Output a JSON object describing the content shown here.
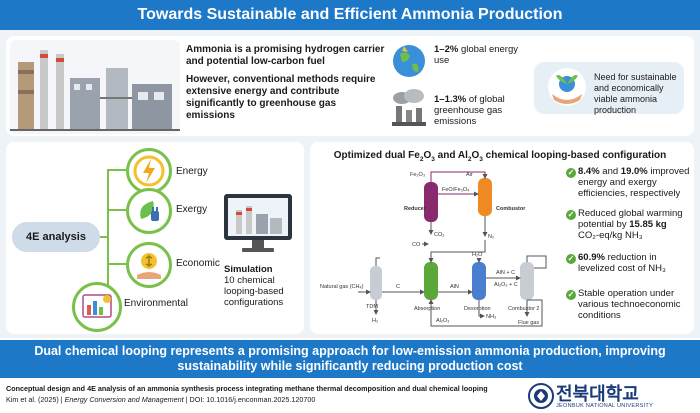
{
  "title": "Towards Sustainable and Efficient Ammonia Production",
  "intro": {
    "p1": "Ammonia is a promising hydrogen carrier and potential low-carbon fuel",
    "p2": "However, conventional methods require extensive energy and contribute significantly to greenhouse gas emissions"
  },
  "stats": {
    "energy_value": "1–2%",
    "energy_text": "global energy use",
    "ghg_value": "1–1.3%",
    "ghg_text": "of global greenhouse gas emissions"
  },
  "need": "Need for sustainable and economically viable ammonia production",
  "analysis": {
    "label": "4E analysis",
    "items": [
      "Energy",
      "Exergy",
      "Economic",
      "Environmental"
    ]
  },
  "simulation": {
    "title": "Simulation",
    "text": "10 chemical looping-based configurations"
  },
  "config_title_pre": "Optimized dual Fe",
  "config_title_mid": " and Al",
  "config_title_post": " chemical looping-based configuration",
  "diagram": {
    "reducer": "Reducer",
    "combustor": "Combustor",
    "fe2o3": "Fe₂O₃",
    "feo": "FeO/Fe₃O₄",
    "air": "Air",
    "co2": "CO₂",
    "n2": "N₂",
    "co": "CO",
    "natural_gas": "Natural gas (CH₄)",
    "tdm": "TDM",
    "h2": "H₂",
    "c": "C",
    "absorption": "Absorption",
    "desorption": "Desorption",
    "combustor2": "Combustor 2",
    "h2o": "H₂O",
    "aln": "AlN",
    "al2o3": "Al₂O₃",
    "aln_c": "AlN + C",
    "al2o3_c": "Al₂O₃ + C",
    "nh3": "NH₃",
    "flue_gas": "Flue gas"
  },
  "results": {
    "r1_v1": "8.4%",
    "r1_mid": " and ",
    "r1_v2": "19.0%",
    "r1_text": " improved energy and exergy efficiencies, respectively",
    "r2_text": "Reduced global warming potential by ",
    "r2_value": "15.85 kg",
    "r2_unit": "CO₂-eq/kg NH₃",
    "r3_value": "60.9%",
    "r3_text": " reduction in levelized cost of NH₃",
    "r4_text": "Stable operation under various technoeconomic conditions"
  },
  "conclusion": "Dual chemical looping represents a promising approach for low-emission ammonia production, improving sustainability while significantly reducing production cost",
  "citation": {
    "title": "Conceptual design and 4E analysis of an ammonia synthesis process integrating methane thermal decomposition and dual chemical looping",
    "authors": "Kim et al. (2025) | ",
    "journal": "Energy Conversion and Management",
    "doi": " | DOI: 10.1016/j.enconman.2025.120700"
  },
  "logo": {
    "name": "전북대학교",
    "sub": "JEONBUK NATIONAL UNIVERSITY"
  },
  "colors": {
    "primary": "#1e78c8",
    "accent_green": "#5aa83a",
    "reducer": "#8a2a6e",
    "combustor": "#f08a24"
  }
}
